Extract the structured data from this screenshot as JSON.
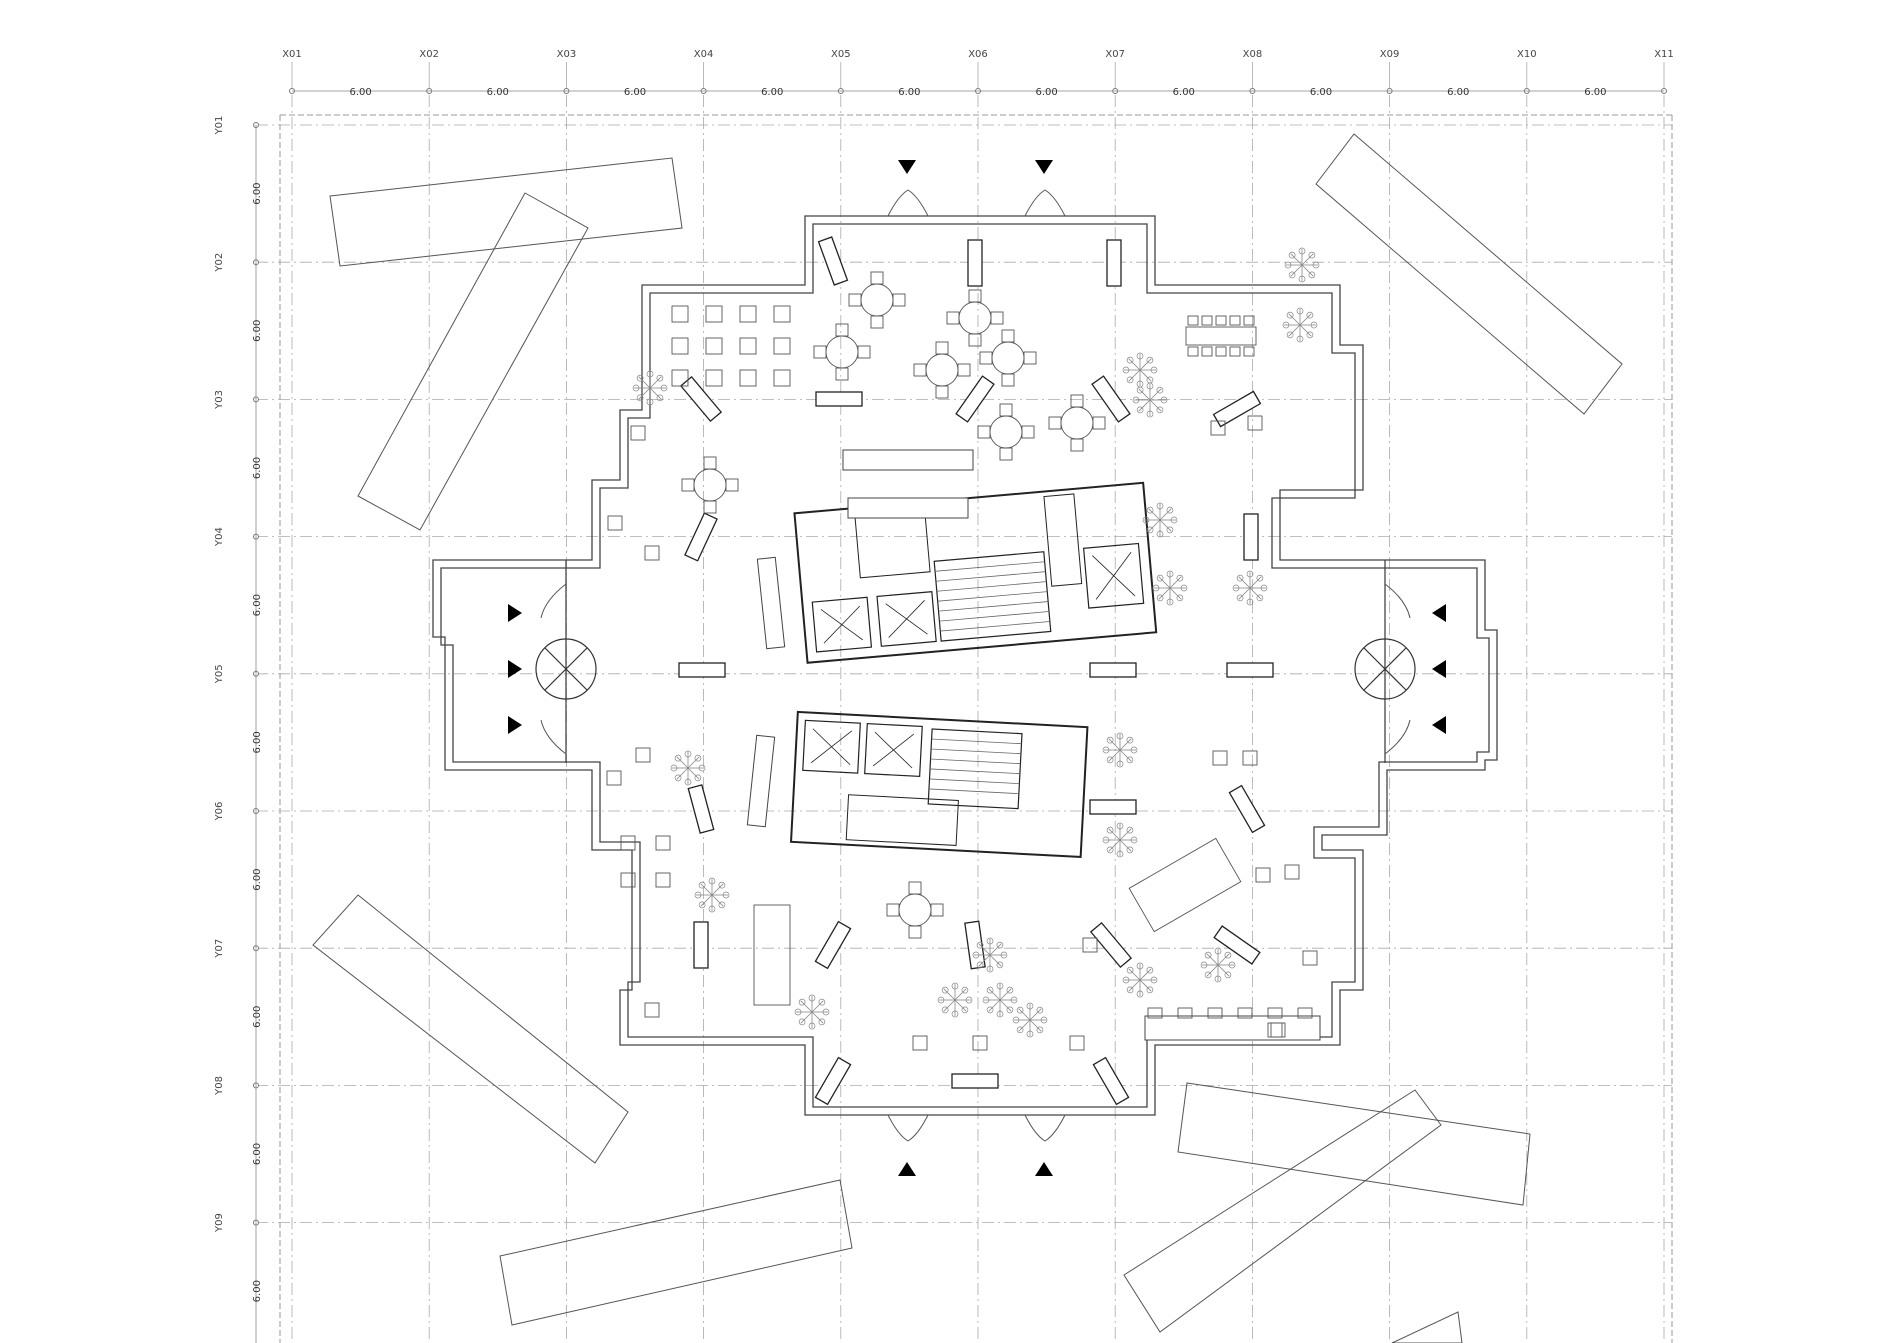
{
  "grid": {
    "x_labels": [
      "X01",
      "X02",
      "X03",
      "X04",
      "X05",
      "X06",
      "X07",
      "X08",
      "X09",
      "X10",
      "X11"
    ],
    "y_labels": [
      "Y01",
      "Y02",
      "Y03",
      "Y04",
      "Y05",
      "Y06",
      "Y07",
      "Y08",
      "Y09"
    ],
    "x_spacings": [
      "6.00",
      "6.00",
      "6.00",
      "6.00",
      "6.00",
      "6.00",
      "6.00",
      "6.00",
      "6.00",
      "6.00"
    ],
    "y_spacings": [
      "6.00",
      "6.00",
      "6.00",
      "6.00",
      "6.00",
      "6.00",
      "6.00",
      "6.00",
      "6.00"
    ]
  },
  "entrances": {
    "count_north": 2,
    "count_south": 2,
    "count_west": 3,
    "count_east": 3
  },
  "colors": {
    "line": "#444444",
    "grid": "#9a9a9a",
    "arrow": "#000000"
  }
}
